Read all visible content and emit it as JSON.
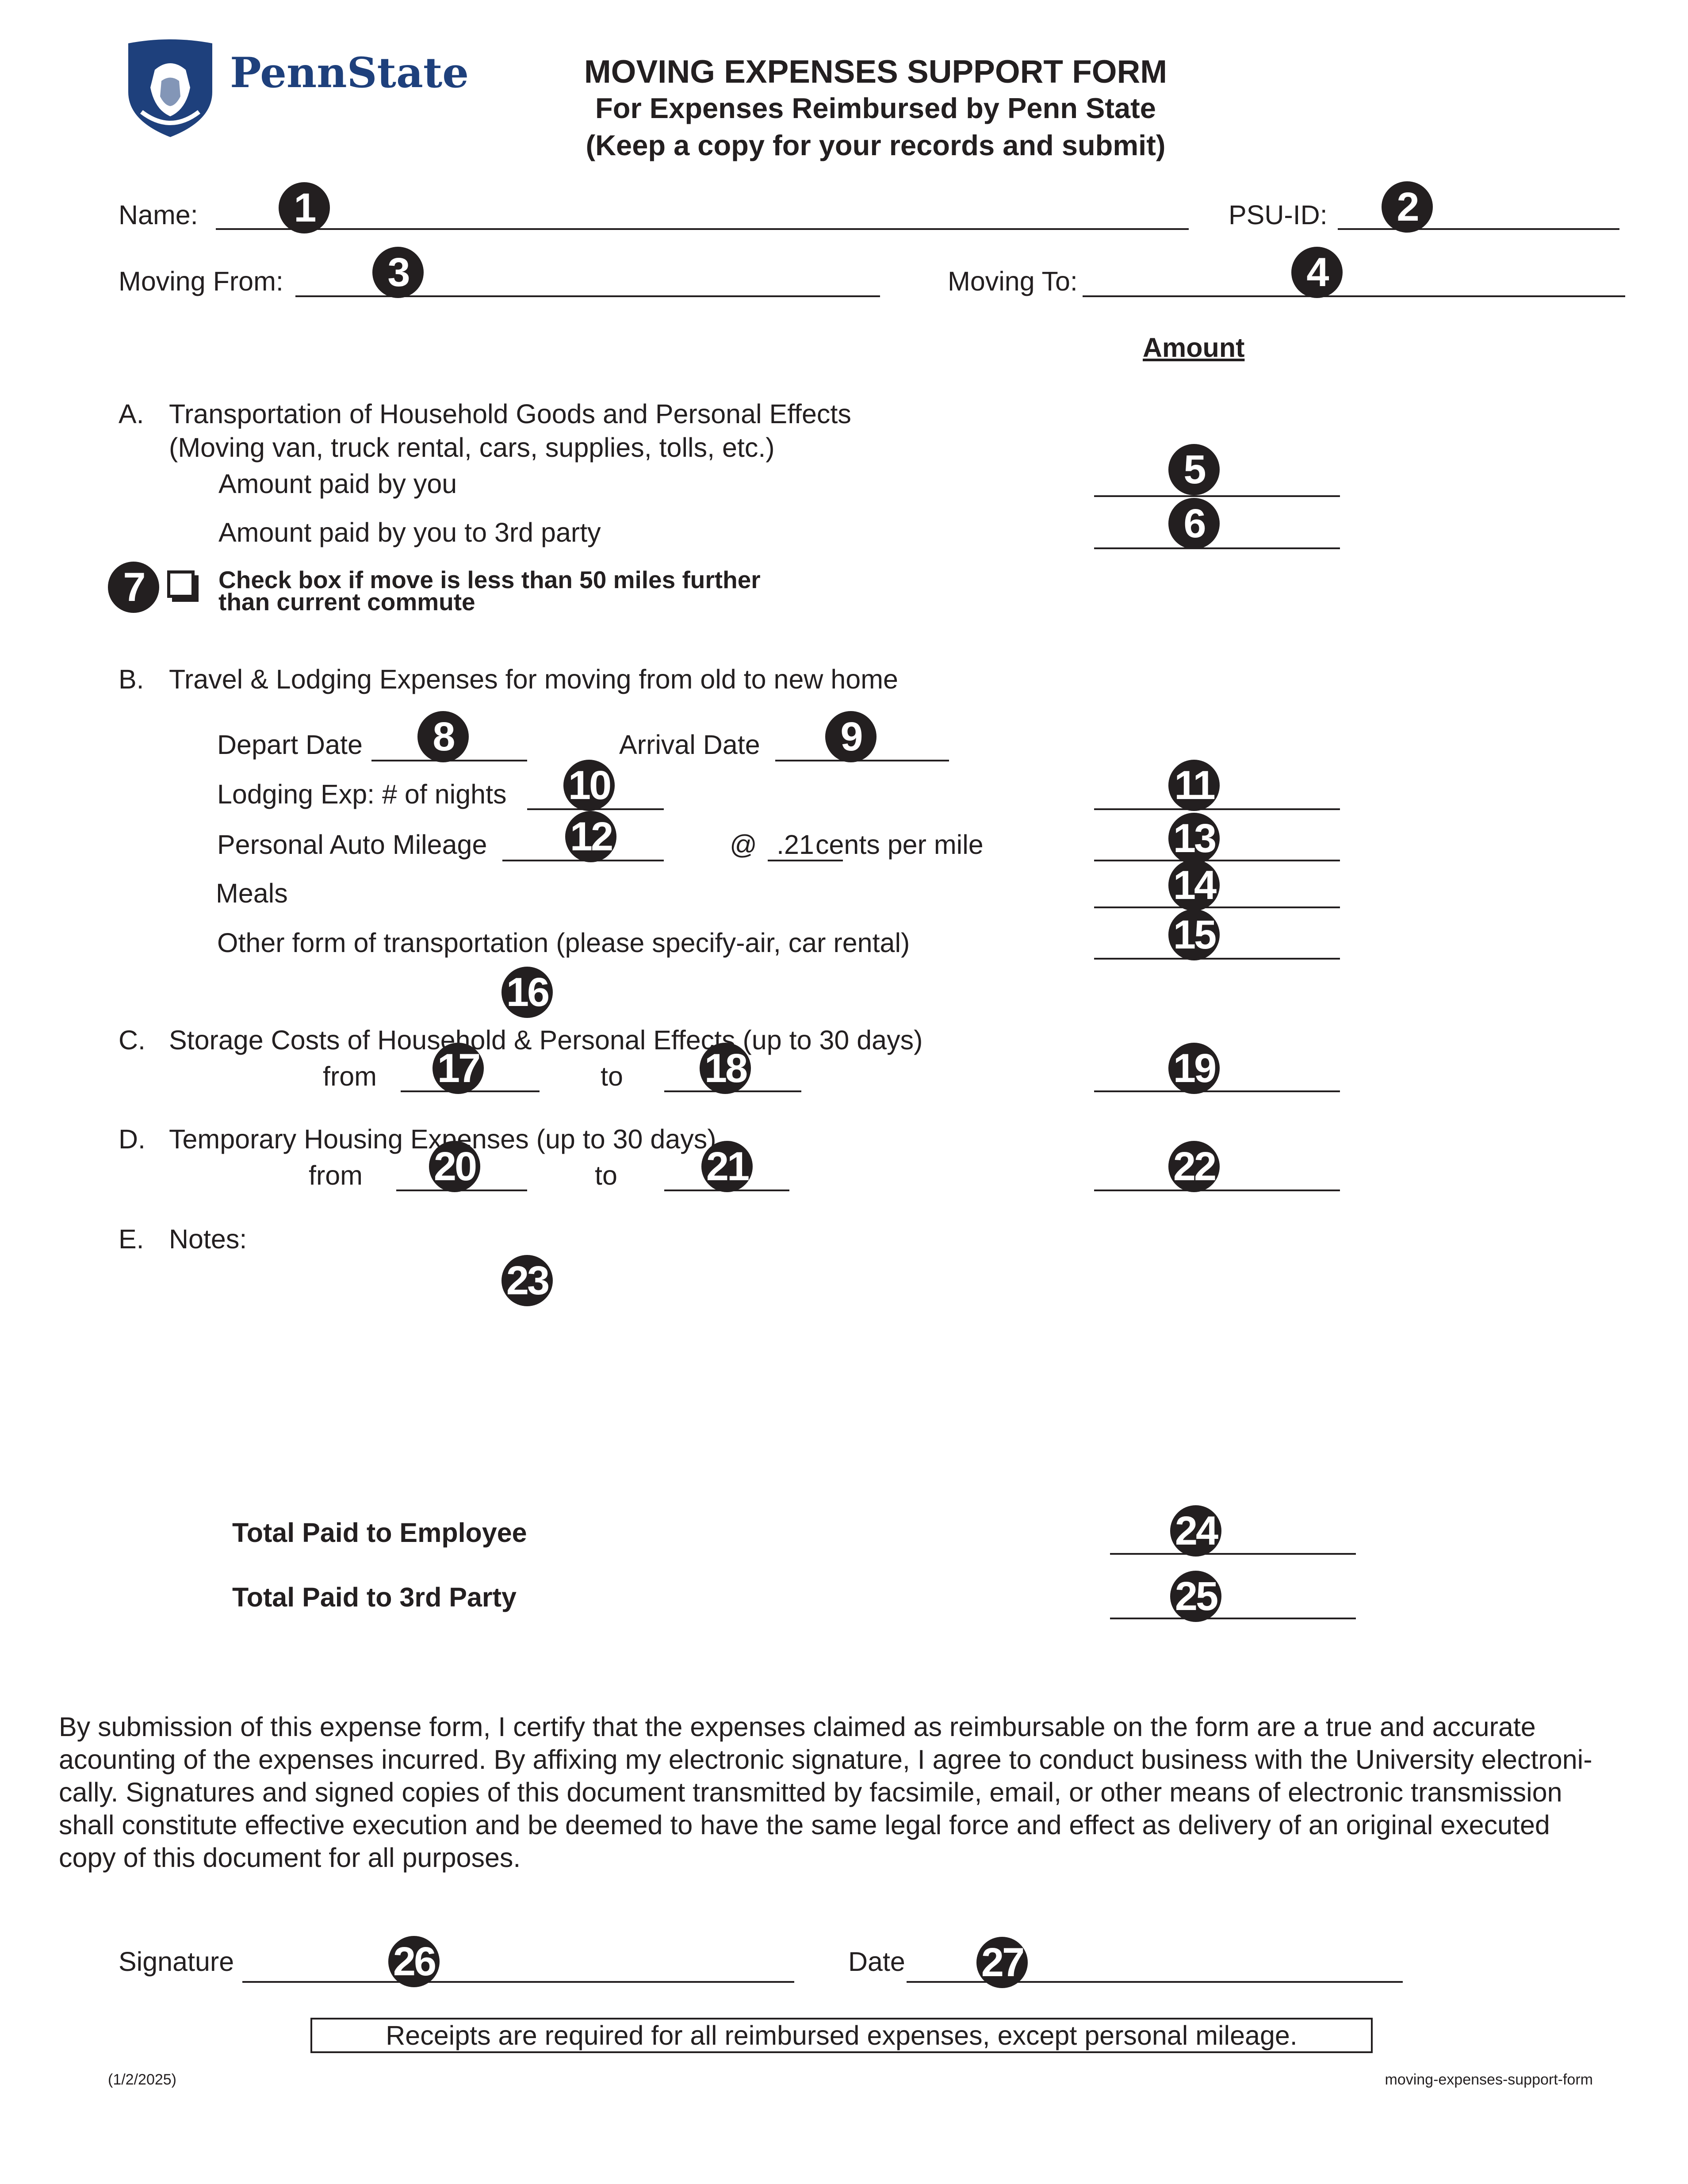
{
  "header": {
    "logo_text": "PennState",
    "title": "MOVING EXPENSES SUPPORT FORM",
    "subtitle": "For Expenses Reimbursed by Penn State",
    "instruction": "(Keep a copy for your records and submit)"
  },
  "colors": {
    "brand_blue": "#1e407c",
    "ink": "#231f20",
    "badge_text": "#ffffff"
  },
  "fields": {
    "name_label": "Name:",
    "psu_id_label": "PSU-ID:",
    "moving_from_label": "Moving From:",
    "moving_to_label": "Moving To:",
    "amount_header": "Amount"
  },
  "section_a": {
    "letter": "A.",
    "title": "Transportation of Household Goods and Personal Effects",
    "subtitle": "(Moving van, truck rental, cars, supplies, tolls, etc.)",
    "paid_by_you": "Amount paid by you",
    "paid_to_3rd_party": "Amount paid by you to 3rd party",
    "checkbox_line1": "Check box if move is less than 50 miles further",
    "checkbox_line2": "than current commute"
  },
  "section_b": {
    "letter": "B.",
    "title": "Travel & Lodging Expenses for moving from old to new home",
    "depart_date": "Depart Date",
    "arrival_date": "Arrival Date",
    "lodging": "Lodging Exp:  # of nights",
    "mileage": "Personal Auto Mileage",
    "at": "@",
    "rate_value": ".21",
    "rate_unit": "cents per mile",
    "meals": "Meals",
    "other": "Other form of transportation (please specify-air, car rental)"
  },
  "section_c": {
    "letter": "C.",
    "title": "Storage Costs of Household & Personal Effects (up to 30 days)",
    "from": "from",
    "to": "to"
  },
  "section_d": {
    "letter": "D.",
    "title": "Temporary Housing Expenses (up to 30 days)",
    "from": "from",
    "to": "to"
  },
  "section_e": {
    "letter": "E.",
    "title": "Notes:"
  },
  "totals": {
    "employee": "Total Paid to Employee",
    "third_party": "Total Paid to 3rd Party"
  },
  "certification": [
    "By submission of this expense form, I certify that the expenses claimed as reimbursable on the form are a true and accurate",
    "acounting of the expenses incurred. By affixing my electronic signature, I agree to conduct business with the University electroni-",
    "cally. Signatures and signed copies of this document transmitted by facsimile, email, or other means of electronic transmission",
    "shall constitute effective execution and be deemed to have the same legal force and effect as delivery of an original executed",
    "copy of this document for all purposes."
  ],
  "signature": {
    "signature_label": "Signature",
    "date_label": "Date"
  },
  "receipts_note": "Receipts are required for all reimbursed expenses, except personal mileage.",
  "footer": {
    "version": "(1/2/2025)",
    "form_id": "moving-expenses-support-form"
  },
  "callouts": [
    "1",
    "2",
    "3",
    "4",
    "5",
    "6",
    "7",
    "8",
    "9",
    "10",
    "11",
    "12",
    "13",
    "14",
    "15",
    "16",
    "17",
    "18",
    "19",
    "20",
    "21",
    "22",
    "23",
    "24",
    "25",
    "26",
    "27"
  ]
}
